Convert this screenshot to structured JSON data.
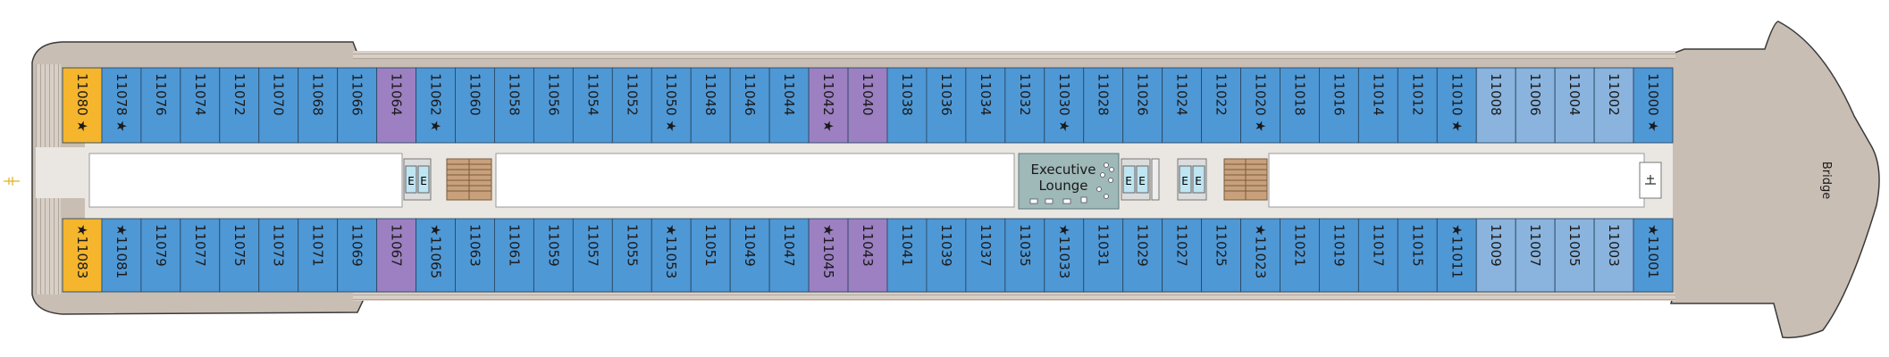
{
  "deck": {
    "bridge_label": "Bridge",
    "lounge_label_line1": "Executive",
    "lounge_label_line2": "Lounge",
    "elevator_glyph": "E",
    "colors": {
      "standard": "#4f98d6",
      "forward": "#8ab4de",
      "suite": "#f5b52c",
      "accessible": "#9c80c2",
      "corridor": "#eae7e2",
      "hull": "#c9beb4",
      "lounge": "#9fb8b8",
      "stairs": "#c8a17c"
    },
    "top_cabins": [
      {
        "num": "11080",
        "mark": "★",
        "cat": "suite"
      },
      {
        "num": "11078",
        "mark": "★",
        "cat": "standard"
      },
      {
        "num": "11076",
        "mark": "",
        "cat": "standard"
      },
      {
        "num": "11074",
        "mark": "",
        "cat": "standard"
      },
      {
        "num": "11072",
        "mark": "",
        "cat": "standard"
      },
      {
        "num": "11070",
        "mark": "",
        "cat": "standard"
      },
      {
        "num": "11068",
        "mark": "",
        "cat": "standard"
      },
      {
        "num": "11066",
        "mark": "",
        "cat": "standard"
      },
      {
        "num": "11064",
        "mark": "",
        "cat": "accessible"
      },
      {
        "num": "11062",
        "mark": "★",
        "cat": "standard"
      },
      {
        "num": "11060",
        "mark": "",
        "cat": "standard"
      },
      {
        "num": "11058",
        "mark": "",
        "cat": "standard"
      },
      {
        "num": "11056",
        "mark": "",
        "cat": "standard"
      },
      {
        "num": "11054",
        "mark": "",
        "cat": "standard"
      },
      {
        "num": "11052",
        "mark": "",
        "cat": "standard"
      },
      {
        "num": "11050",
        "mark": "★",
        "cat": "standard"
      },
      {
        "num": "11048",
        "mark": "",
        "cat": "standard"
      },
      {
        "num": "11046",
        "mark": "",
        "cat": "standard"
      },
      {
        "num": "11044",
        "mark": "",
        "cat": "standard"
      },
      {
        "num": "11042",
        "mark": "★",
        "cat": "accessible"
      },
      {
        "num": "11040",
        "mark": "",
        "cat": "accessible"
      },
      {
        "num": "11038",
        "mark": "",
        "cat": "standard"
      },
      {
        "num": "11036",
        "mark": "",
        "cat": "standard"
      },
      {
        "num": "11034",
        "mark": "",
        "cat": "standard"
      },
      {
        "num": "11032",
        "mark": "",
        "cat": "standard"
      },
      {
        "num": "11030",
        "mark": "★",
        "cat": "standard"
      },
      {
        "num": "11028",
        "mark": "",
        "cat": "standard"
      },
      {
        "num": "11026",
        "mark": "",
        "cat": "standard"
      },
      {
        "num": "11024",
        "mark": "",
        "cat": "standard"
      },
      {
        "num": "11022",
        "mark": "",
        "cat": "standard"
      },
      {
        "num": "11020",
        "mark": "★",
        "cat": "standard"
      },
      {
        "num": "11018",
        "mark": "",
        "cat": "standard"
      },
      {
        "num": "11016",
        "mark": "",
        "cat": "standard"
      },
      {
        "num": "11014",
        "mark": "",
        "cat": "standard"
      },
      {
        "num": "11012",
        "mark": "",
        "cat": "standard"
      },
      {
        "num": "11010",
        "mark": "★",
        "cat": "standard"
      },
      {
        "num": "11008",
        "mark": "",
        "cat": "forward"
      },
      {
        "num": "11006",
        "mark": "",
        "cat": "forward"
      },
      {
        "num": "11004",
        "mark": "",
        "cat": "forward"
      },
      {
        "num": "11002",
        "mark": "",
        "cat": "forward"
      },
      {
        "num": "11000",
        "mark": "★",
        "cat": "standard"
      }
    ],
    "bottom_cabins": [
      {
        "num": "11083",
        "mark": "★",
        "cat": "suite"
      },
      {
        "num": "11081",
        "mark": "★",
        "cat": "standard"
      },
      {
        "num": "11079",
        "mark": "",
        "cat": "standard"
      },
      {
        "num": "11077",
        "mark": "",
        "cat": "standard"
      },
      {
        "num": "11075",
        "mark": "",
        "cat": "standard"
      },
      {
        "num": "11073",
        "mark": "",
        "cat": "standard"
      },
      {
        "num": "11071",
        "mark": "",
        "cat": "standard"
      },
      {
        "num": "11069",
        "mark": "",
        "cat": "standard"
      },
      {
        "num": "11067",
        "mark": "",
        "cat": "accessible"
      },
      {
        "num": "11065",
        "mark": "★",
        "cat": "standard"
      },
      {
        "num": "11063",
        "mark": "",
        "cat": "standard"
      },
      {
        "num": "11061",
        "mark": "",
        "cat": "standard"
      },
      {
        "num": "11059",
        "mark": "",
        "cat": "standard"
      },
      {
        "num": "11057",
        "mark": "",
        "cat": "standard"
      },
      {
        "num": "11055",
        "mark": "",
        "cat": "standard"
      },
      {
        "num": "11053",
        "mark": "★",
        "cat": "standard"
      },
      {
        "num": "11051",
        "mark": "",
        "cat": "standard"
      },
      {
        "num": "11049",
        "mark": "",
        "cat": "standard"
      },
      {
        "num": "11047",
        "mark": "",
        "cat": "standard"
      },
      {
        "num": "11045",
        "mark": "★",
        "cat": "accessible"
      },
      {
        "num": "11043",
        "mark": "",
        "cat": "accessible"
      },
      {
        "num": "11041",
        "mark": "",
        "cat": "standard"
      },
      {
        "num": "11039",
        "mark": "",
        "cat": "standard"
      },
      {
        "num": "11037",
        "mark": "",
        "cat": "standard"
      },
      {
        "num": "11035",
        "mark": "",
        "cat": "standard"
      },
      {
        "num": "11033",
        "mark": "★",
        "cat": "standard"
      },
      {
        "num": "11031",
        "mark": "",
        "cat": "standard"
      },
      {
        "num": "11029",
        "mark": "",
        "cat": "standard"
      },
      {
        "num": "11027",
        "mark": "",
        "cat": "standard"
      },
      {
        "num": "11025",
        "mark": "",
        "cat": "standard"
      },
      {
        "num": "11023",
        "mark": "★",
        "cat": "standard"
      },
      {
        "num": "11021",
        "mark": "",
        "cat": "standard"
      },
      {
        "num": "11019",
        "mark": "",
        "cat": "standard"
      },
      {
        "num": "11017",
        "mark": "",
        "cat": "standard"
      },
      {
        "num": "11015",
        "mark": "",
        "cat": "standard"
      },
      {
        "num": "11011",
        "mark": "★",
        "cat": "standard"
      },
      {
        "num": "11009",
        "mark": "",
        "cat": "forward"
      },
      {
        "num": "11007",
        "mark": "",
        "cat": "forward"
      },
      {
        "num": "11005",
        "mark": "",
        "cat": "forward"
      },
      {
        "num": "11003",
        "mark": "",
        "cat": "forward"
      },
      {
        "num": "11001",
        "mark": "★",
        "cat": "standard"
      }
    ]
  }
}
